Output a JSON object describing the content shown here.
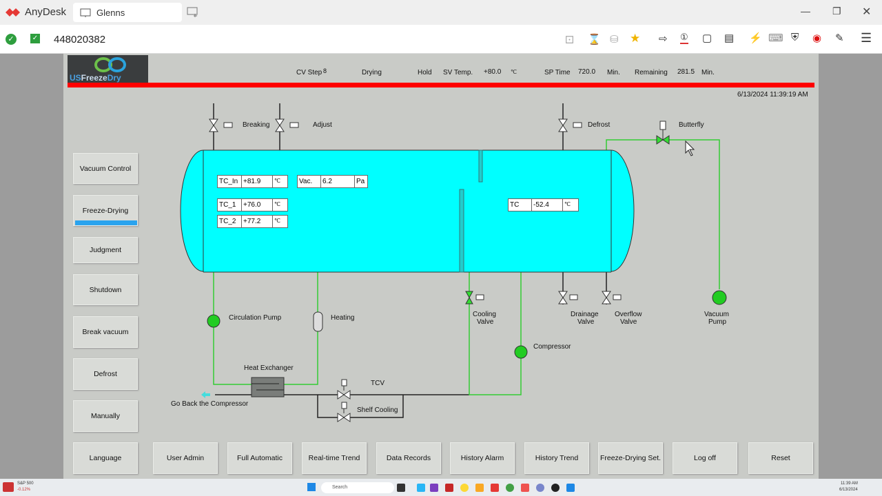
{
  "app": {
    "name": "AnyDesk",
    "tab": "Glenns",
    "address": "448020382"
  },
  "header": {
    "logo": "USFreezeDry",
    "cv_step_label": "CV Step",
    "cv_step": "8",
    "phase": "Drying",
    "hold": "Hold",
    "sv_temp_label": "SV Temp.",
    "sv_temp": "+80.0",
    "sv_temp_unit": "℃",
    "sp_time_label": "SP Time",
    "sp_time": "720.0",
    "sp_time_unit": "Min.",
    "remaining_label": "Remaining",
    "remaining": "281.5",
    "remaining_unit": "Min.",
    "datetime": "6/13/2024 11:39:19 AM"
  },
  "side_buttons": [
    "Vacuum Control",
    "Freeze-Drying",
    "Judgment",
    "Shutdown",
    "Break vacuum",
    "Defrost",
    "Manually"
  ],
  "bottom_buttons": [
    "Language",
    "User Admin",
    "Full Automatic",
    "Real-time Trend",
    "Data Records",
    "History Alarm",
    "History Trend",
    "Freeze-Drying Set.",
    "Log off",
    "Reset"
  ],
  "readings": {
    "tc_in": {
      "label": "TC_In",
      "value": "+81.9",
      "unit": "℃"
    },
    "vac": {
      "label": "Vac.",
      "value": "6.2",
      "unit": "Pa"
    },
    "tc_1": {
      "label": "TC_1",
      "value": "+76.0",
      "unit": "℃"
    },
    "tc_2": {
      "label": "TC_2",
      "value": "+77.2",
      "unit": "℃"
    },
    "tc": {
      "label": "TC",
      "value": "-52.4",
      "unit": "℃"
    }
  },
  "labels": {
    "breaking": "Breaking",
    "adjust": "Adjust",
    "defrost": "Defrost",
    "butterfly": "Butterfly",
    "circ_pump": "Circulation Pump",
    "heating": "Heating",
    "cooling_valve_1": "Cooling",
    "cooling_valve_2": "Valve",
    "drainage_1": "Drainage",
    "drainage_2": "Valve",
    "overflow_1": "Overflow",
    "overflow_2": "Valve",
    "vacuum_pump_1": "Vacuum",
    "vacuum_pump_2": "Pump",
    "compressor": "Compressor",
    "heat_exchanger": "Heat Exchanger",
    "tcv": "TCV",
    "shelf_cooling": "Shelf Cooling",
    "go_back": "Go Back the Compressor"
  },
  "taskbar": {
    "stock_name": "S&P 500",
    "stock_change": "-0.12%",
    "search": "Search",
    "time": "11:39 AM",
    "date": "6/13/2024"
  },
  "colors": {
    "vessel": "#00ffff",
    "pipe_active": "#33cc33",
    "alarm_bar": "#ff0000",
    "tab_indicator": "#2aa3ee"
  }
}
